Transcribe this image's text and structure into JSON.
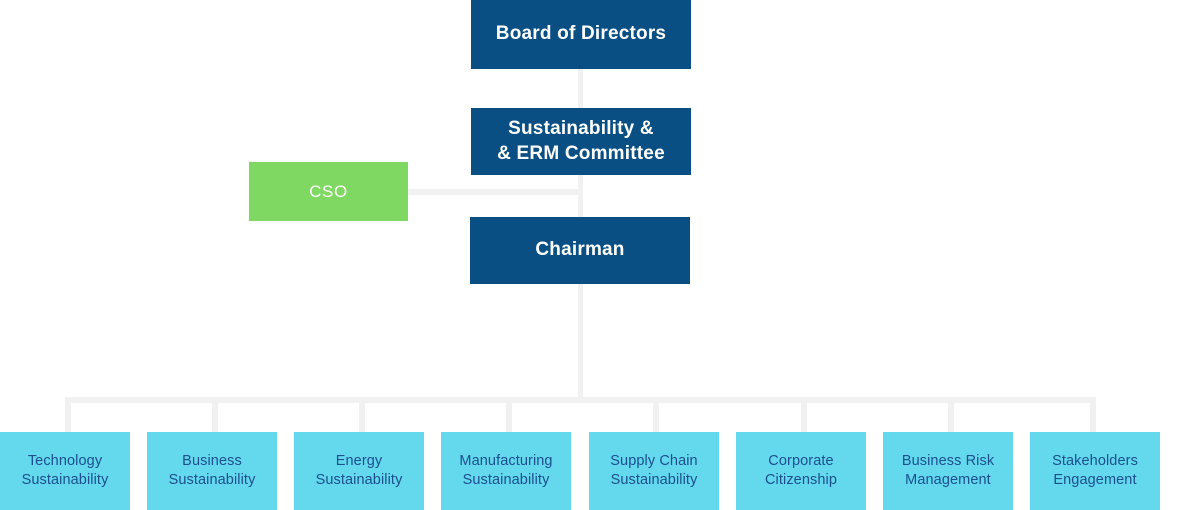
{
  "diagram": {
    "title": "Sustainability Governance Organization Chart",
    "colors": {
      "executive_box": "#0a4f83",
      "cso_box": "#7ed861",
      "unit_box": "#64d9ed",
      "unit_text": "#1c4f8e",
      "connector": "#f1f1f1",
      "background": "#ffffff"
    },
    "executive_nodes": [
      {
        "id": "board",
        "label": "Board of Directors"
      },
      {
        "id": "committee",
        "line1": "Sustainability &",
        "line2": "& ERM Committee"
      },
      {
        "id": "chairman",
        "label": "Chairman"
      }
    ],
    "cso_node": {
      "id": "cso",
      "label": "CSO"
    },
    "unit_nodes": [
      {
        "id": "technology-sustainability",
        "line1": "Technology",
        "line2": "Sustainability"
      },
      {
        "id": "business-sustainability",
        "line1": "Business",
        "line2": "Sustainability"
      },
      {
        "id": "energy-sustainability",
        "line1": "Energy",
        "line2": "Sustainability"
      },
      {
        "id": "manufacturing-sustainability",
        "line1": "Manufacturing",
        "line2": "Sustainability"
      },
      {
        "id": "supply-chain-sustainability",
        "line1": "Supply Chain",
        "line2": "Sustainability"
      },
      {
        "id": "corporate-citizenship",
        "line1": "Corporate",
        "line2": "Citizenship"
      },
      {
        "id": "business-risk-management",
        "line1": "Business Risk",
        "line2": "Management"
      },
      {
        "id": "stakeholders-engagement",
        "line1": "Stakeholders",
        "line2": "Engagement"
      }
    ]
  }
}
